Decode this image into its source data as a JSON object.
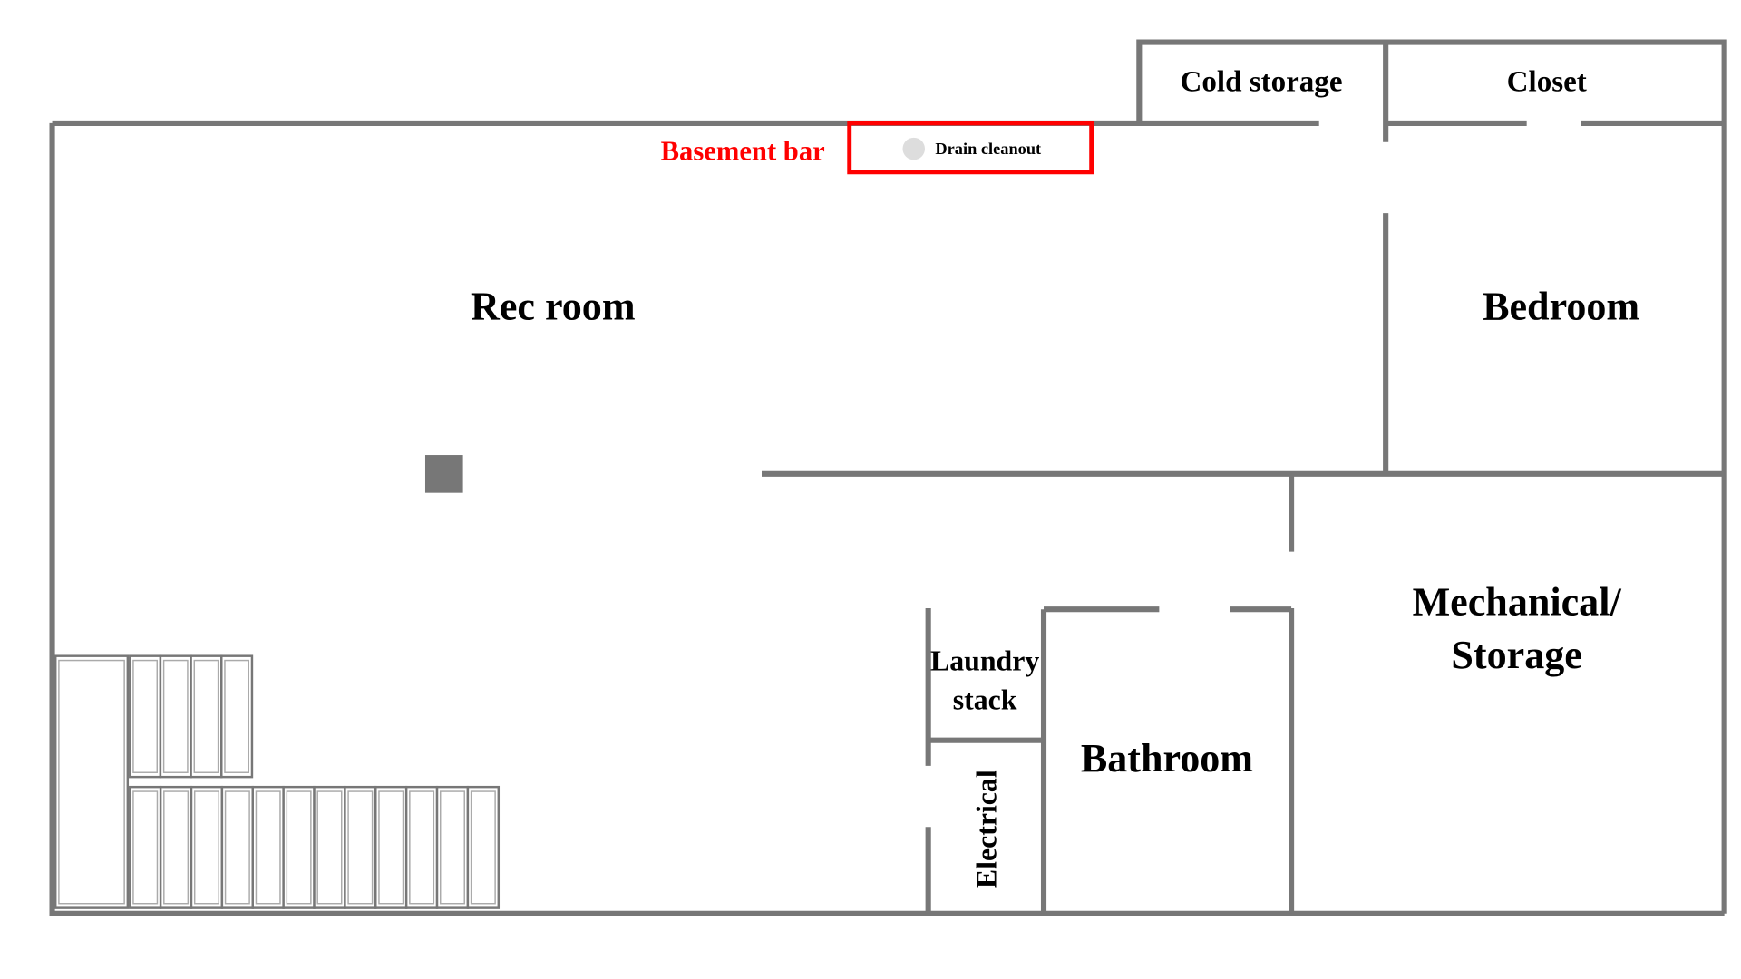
{
  "rooms": {
    "cold_storage": "Cold storage",
    "closet": "Closet",
    "rec_room": "Rec room",
    "bedroom": "Bedroom",
    "mechanical_line1": "Mechanical/",
    "mechanical_line2": "Storage",
    "laundry_line1": "Laundry",
    "laundry_line2": "stack",
    "electrical": "Electrical",
    "bathroom": "Bathroom"
  },
  "annotations": {
    "basement_bar": "Basement bar",
    "drain_cleanout": "Drain cleanout"
  },
  "colors": {
    "wall": "#777777",
    "highlight": "#ff0000",
    "drain": "#dddddd",
    "pillar": "#777777"
  },
  "stairs": {
    "upper_treads": 4,
    "lower_treads": 12
  }
}
